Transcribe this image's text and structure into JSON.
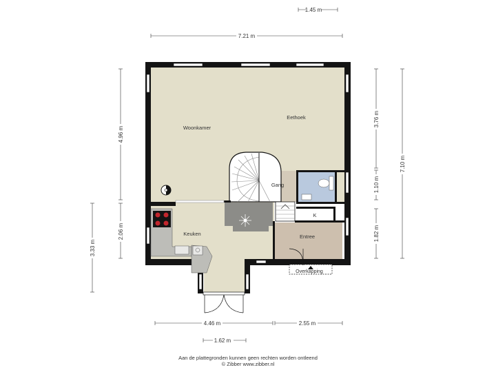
{
  "colors": {
    "wall": "#141414",
    "living": "#e3dfca",
    "kitchen": "#e3dfca",
    "entrance": "#cdbfae",
    "hall": "#d4cab9",
    "toilet": "#b9c9de",
    "counter": "#bdbdb8",
    "island": "#8c8c88",
    "dimension": "#333333",
    "window": "#ffffff"
  },
  "rooms": {
    "living": "Woonkamer",
    "dining": "Eethoek",
    "hall": "Gang",
    "kitchen": "Keuken",
    "entrance": "Entree",
    "closet": "K",
    "canopy": "Overkapping"
  },
  "dimensions": {
    "top_small": "1.45 m",
    "top_width": "7.21 m",
    "left_upper": "4.96 m",
    "left_mid": "2.06 m",
    "left_outer": "3.33 m",
    "right_upper": "3.76 m",
    "right_mid": "1.10 m",
    "right_lower": "1.82 m",
    "right_total": "7.10 m",
    "bottom_left": "4.46 m",
    "bottom_right": "2.55 m",
    "bottom_small": "1.62 m"
  },
  "footer": {
    "line1": "Aan de plattegronden kunnen geen rechten worden ontleend",
    "line2": "© Zibber www.zibber.nl"
  },
  "icons": [
    "compass-icon",
    "stove-icon",
    "sink-icon",
    "toilet-icon",
    "staircase-icon",
    "pendant-light-icon"
  ]
}
